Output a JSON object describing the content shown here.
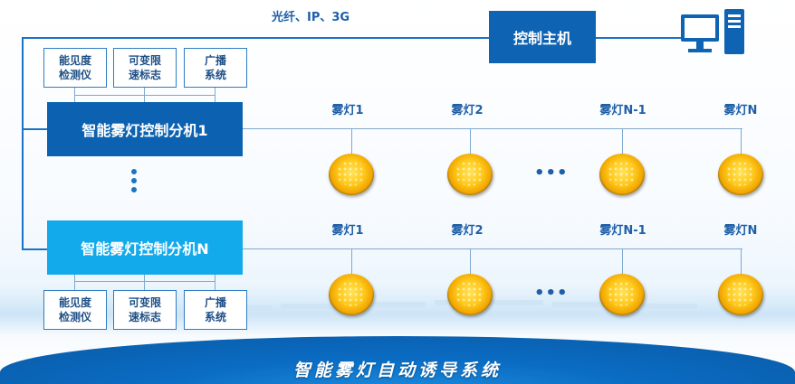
{
  "connection_label": "光纤、IP、3G",
  "host": {
    "label": "控制主机",
    "icon": "desktop-computer-icon"
  },
  "controllers": [
    {
      "label": "智能雾灯控制分机1",
      "color": "#0c62b0",
      "lamps": [
        "雾灯1",
        "雾灯2",
        "雾灯N-1",
        "雾灯N"
      ],
      "devices": []
    },
    {
      "label": "智能雾灯控制分机N",
      "color": "#12aaea",
      "lamps": [
        "雾灯1",
        "雾灯2",
        "雾灯N-1",
        "雾灯N"
      ],
      "devices": []
    }
  ],
  "top_devices": [
    "能见度\n检测仪",
    "可变限\n速标志",
    "广播\n系统"
  ],
  "bottom_devices": [
    "能见度\n检测仪",
    "可变限\n速标志",
    "广播\n系统"
  ],
  "ellipsis": "•••",
  "banner_title": "智能雾灯自动诱导系统",
  "colors": {
    "primary": "#0e63b3",
    "secondary": "#12aaea",
    "lamp": "#ffc81a",
    "banner": "#0a6cc3"
  }
}
